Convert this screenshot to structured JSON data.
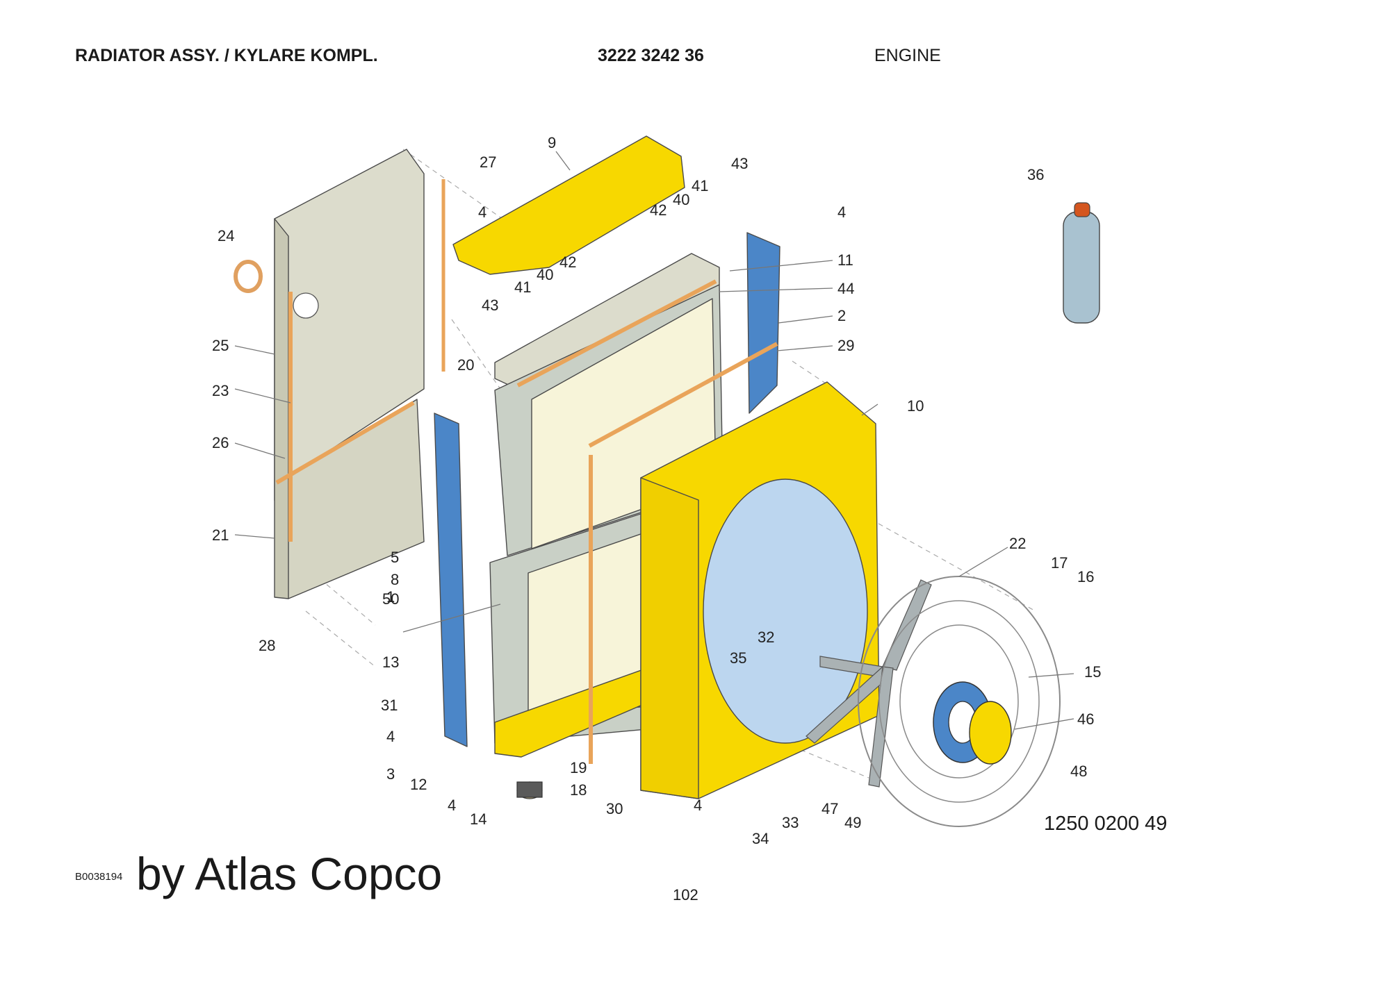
{
  "header": {
    "title": "RADIATOR ASSY. / KYLARE KOMPL.",
    "part_number": "3222 3242 36",
    "section": "ENGINE"
  },
  "diagram": {
    "callouts": [
      "1",
      "2",
      "3",
      "4",
      "4",
      "4",
      "4",
      "4",
      "5",
      "8",
      "9",
      "10",
      "11",
      "12",
      "13",
      "14",
      "15",
      "16",
      "17",
      "18",
      "19",
      "20",
      "21",
      "22",
      "23",
      "24",
      "25",
      "26",
      "27",
      "28",
      "29",
      "30",
      "31",
      "32",
      "33",
      "34",
      "35",
      "36",
      "40",
      "40",
      "41",
      "41",
      "42",
      "42",
      "43",
      "43",
      "44",
      "46",
      "47",
      "48",
      "49",
      "50"
    ],
    "colors": {
      "shroud_yellow": "#f7d800",
      "frame_blue": "#4b86c8",
      "panel_grey": "#dcdccc",
      "core_cream": "#f7f4d9",
      "tank_grey": "#c9d0c6",
      "gasket_orange": "#e9a45a",
      "fan_grey": "#aab2b4",
      "bottle_blue": "#a9c2d0",
      "cap_orange": "#d4561f"
    }
  },
  "footer": {
    "illustration_number": "1250 0200 49",
    "image_code": "B0038194",
    "watermark": "by Atlas Copco",
    "page_number": "102"
  }
}
